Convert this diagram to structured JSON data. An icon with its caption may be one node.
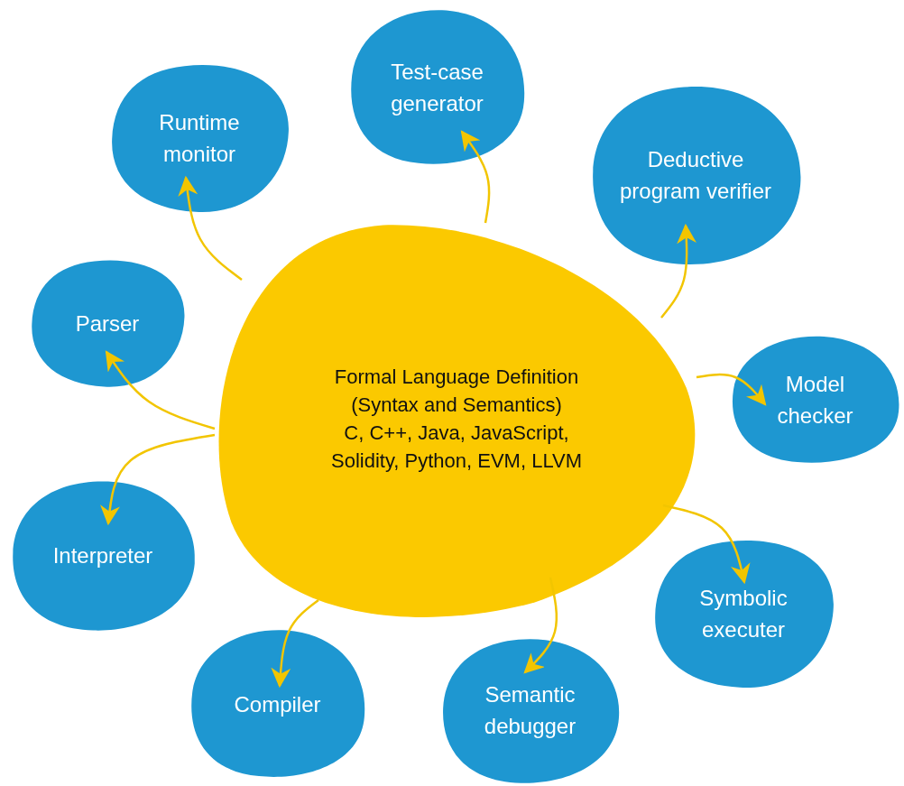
{
  "diagram": {
    "nodes": [
      {
        "text": [
          "Formal Language Definition (Syntax and Semantics)",
          "C, C++, Java, JavaScript, Solidity, Python, EVM, LLVM"
        ]
      },
      {
        "text": [
          "Runtime monitor"
        ]
      },
      {
        "text": [
          "Test-case generator"
        ]
      },
      {
        "text": [
          "Deductive program verifier"
        ]
      },
      {
        "text": [
          "Parser"
        ]
      },
      {
        "text": [
          "Model checker"
        ]
      },
      {
        "text": [
          "Interpreter"
        ]
      },
      {
        "text": [
          "Symbolic executer"
        ]
      },
      {
        "text": [
          "Compiler"
        ]
      },
      {
        "text": [
          "Semantic debugger"
        ]
      }
    ],
    "edges": [
      {
        "from": 0,
        "to": 1,
        "arrow": "to"
      },
      {
        "from": 0,
        "to": 2,
        "arrow": "to"
      },
      {
        "from": 0,
        "to": 3,
        "arrow": "to"
      },
      {
        "from": 0,
        "to": 4,
        "arrow": "to"
      },
      {
        "from": 0,
        "to": 5,
        "arrow": "to"
      },
      {
        "from": 0,
        "to": 6,
        "arrow": "to"
      },
      {
        "from": 0,
        "to": 7,
        "arrow": "to"
      },
      {
        "from": 0,
        "to": 8,
        "arrow": "to"
      },
      {
        "from": 0,
        "to": 9,
        "arrow": "to"
      }
    ]
  }
}
